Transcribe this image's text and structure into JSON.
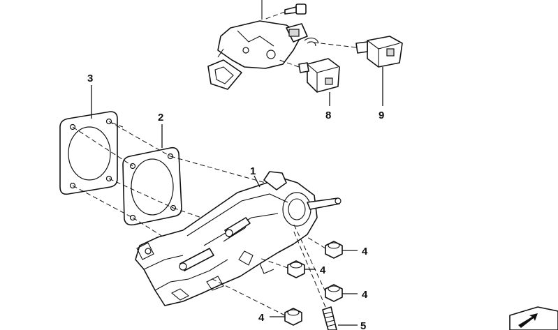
{
  "callouts": {
    "c1": "1",
    "c2": "2",
    "c3": "3",
    "c4a": "4",
    "c4b": "4",
    "c4c": "4",
    "c4d": "4",
    "c5": "5",
    "c8": "8",
    "c9": "9"
  },
  "icons": {
    "corner": "diagonal-arrow-icon"
  },
  "colors": {
    "line": "#111111",
    "background": "#ffffff"
  }
}
